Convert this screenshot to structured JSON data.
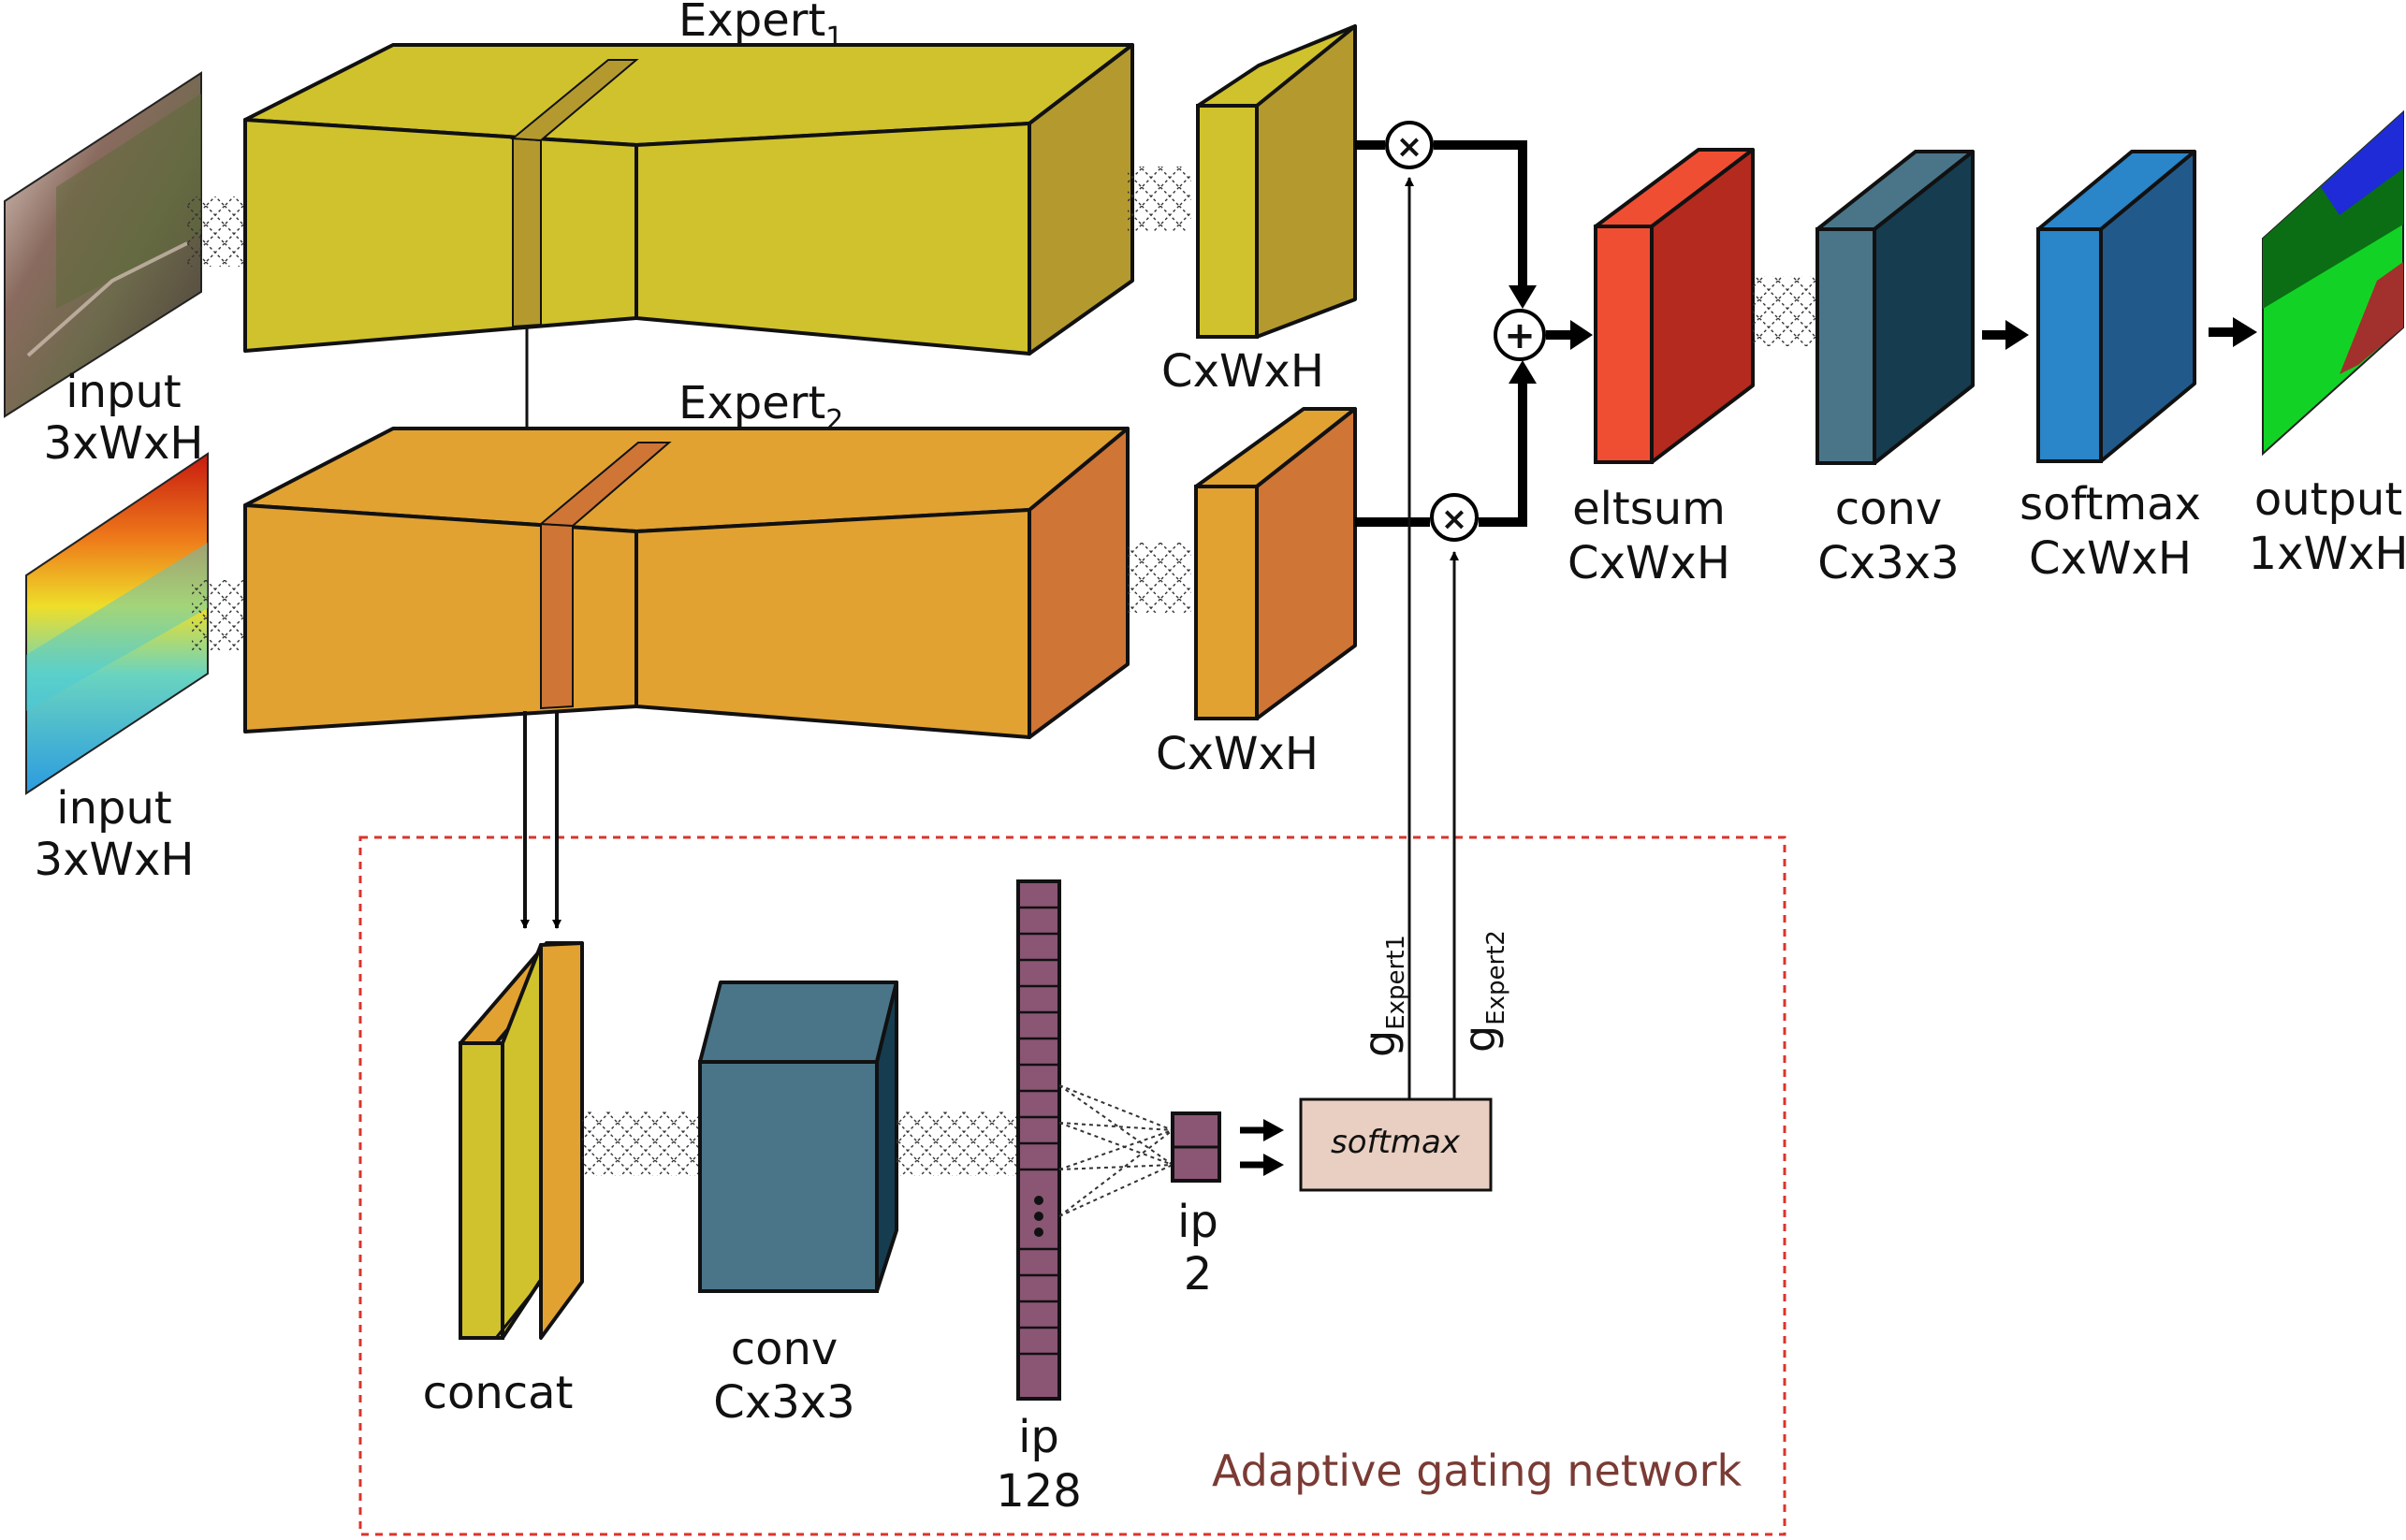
{
  "inputs": {
    "rgb": {
      "label": "input",
      "dims": "3xWxH"
    },
    "depth": {
      "label": "input",
      "dims": "3xWxH"
    }
  },
  "experts": [
    {
      "name": "Expert",
      "subscript": "1",
      "output_dims": "CxWxH",
      "color": "#d0c22c",
      "side_color": "#b49a2e"
    },
    {
      "name": "Expert",
      "subscript": "2",
      "output_dims": "CxWxH",
      "color": "#e1a232",
      "side_color": "#cf7535"
    }
  ],
  "fusion": {
    "eltsum": {
      "label": "eltsum",
      "dims": "CxWxH",
      "color": "#f04e33"
    },
    "conv": {
      "label": "conv",
      "dims": "Cx3x3",
      "color": "#4a7589"
    },
    "softmax": {
      "label": "softmax",
      "dims": "CxWxH",
      "color": "#2a85c9"
    },
    "output": {
      "label": "output",
      "dims": "1xWxH"
    }
  },
  "gating": {
    "title": "Adaptive gating network",
    "concat_label": "concat",
    "conv": {
      "label": "conv",
      "dims": "Cx3x3"
    },
    "ip128": {
      "label": "ip",
      "value": "128"
    },
    "ip2": {
      "label": "ip",
      "value": "2"
    },
    "softmax_label": "softmax",
    "g1": {
      "base": "g",
      "subscript": "Expert1"
    },
    "g2": {
      "base": "g",
      "subscript": "Expert2"
    }
  },
  "operators": {
    "multiply": "×",
    "add": "+"
  },
  "colors": {
    "gating_border": "#d9342b",
    "gating_title": "#7a3b34",
    "ip_layer": "#8a5674",
    "softmax_box": "#e9cfc1"
  }
}
